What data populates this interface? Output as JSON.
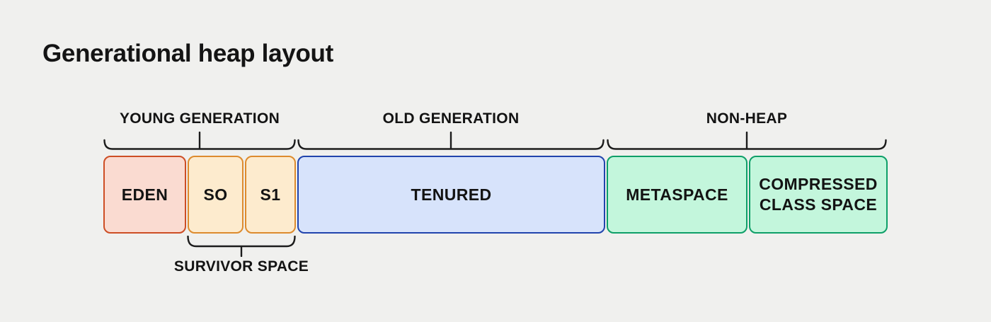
{
  "title": "Generational heap layout",
  "colors": {
    "background": "#f0f0ee",
    "text": "#131313",
    "bracket": "#1c1c1c"
  },
  "diagram": {
    "groups": [
      {
        "label": "YOUNG GENERATION"
      },
      {
        "label": "OLD GENERATION"
      },
      {
        "label": "NON-HEAP"
      }
    ],
    "boxes": [
      {
        "label": "EDEN",
        "fill": "#fadbd1",
        "border": "#cd4e25"
      },
      {
        "label": "SO",
        "fill": "#fdebce",
        "border": "#dd8b2e"
      },
      {
        "label": "S1",
        "fill": "#fdebce",
        "border": "#dd8b2e"
      },
      {
        "label": "TENURED",
        "fill": "#d7e3fb",
        "border": "#2144ad"
      },
      {
        "label": "METASPACE",
        "fill": "#c3f6dc",
        "border": "#0e9f68"
      },
      {
        "label": "COMPRESSED CLASS SPACE",
        "fill": "#c3f6dc",
        "border": "#0e9f68"
      }
    ],
    "survivor_label": "SURVIVOR SPACE"
  }
}
